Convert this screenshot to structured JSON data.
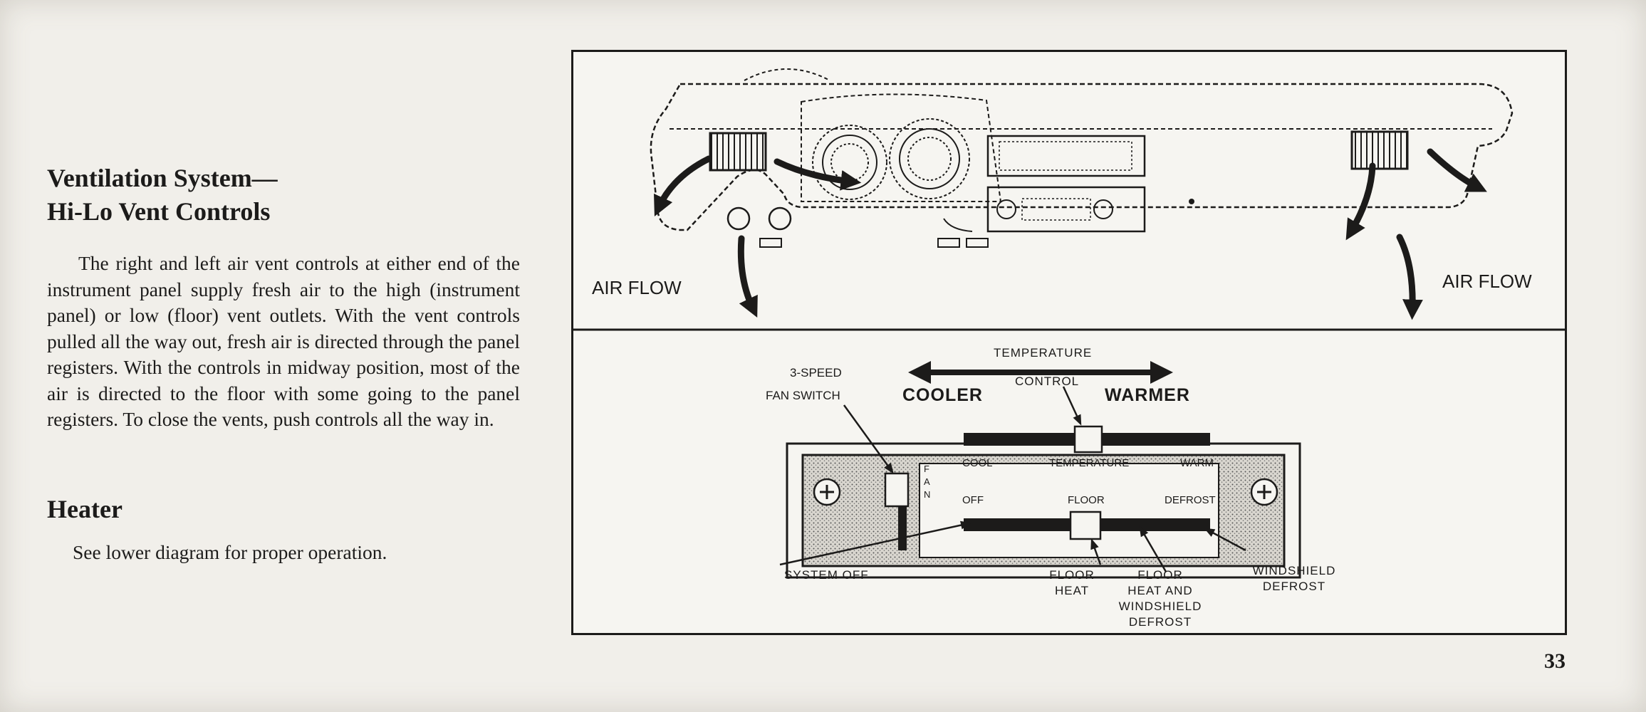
{
  "left_column": {
    "ventilation": {
      "title_line1": "Ventilation System—",
      "title_line2": "Hi-Lo Vent Controls",
      "body": "The right and left air vent controls at either end of the instrument panel supply fresh air to the high (instrument panel) or low (floor) vent outlets. With the vent controls pulled all the way out, fresh air is directed through the panel registers. With the controls in midway position, most of the air is directed to the floor with some going to the panel registers. To close the vents, push controls all the way in."
    },
    "heater": {
      "title": "Heater",
      "body": "See lower diagram for proper operation."
    }
  },
  "figure": {
    "top_panel": {
      "left_label": "AIR FLOW",
      "right_label": "AIR FLOW"
    },
    "bottom_panel": {
      "temperature_label": "TEMPERATURE",
      "cooler_label": "COOLER",
      "warmer_label": "WARMER",
      "control_label": "CONTROL",
      "fan_switch_line1": "3-SPEED",
      "fan_switch_line2": "FAN SWITCH",
      "fan_letters": [
        "F",
        "A",
        "N"
      ],
      "slider_labels": {
        "cool": "COOL",
        "temperature": "TEMPERATURE",
        "warm": "WARM",
        "off": "OFF",
        "floor": "FLOOR",
        "defrost": "DEFROST"
      },
      "system_off": "SYSTEM OFF",
      "floor_heat": [
        "FLOOR",
        "HEAT"
      ],
      "floor_heat_windshield": [
        "FLOOR",
        "HEAT AND",
        "WINDSHIELD",
        "DEFROST"
      ],
      "windshield_defrost": [
        "WINDSHIELD",
        "DEFROST"
      ]
    }
  },
  "page_number": "33",
  "colors": {
    "paper": "#f1efea",
    "ink": "#1c1b1a",
    "figure_background": "#f6f5f1"
  }
}
